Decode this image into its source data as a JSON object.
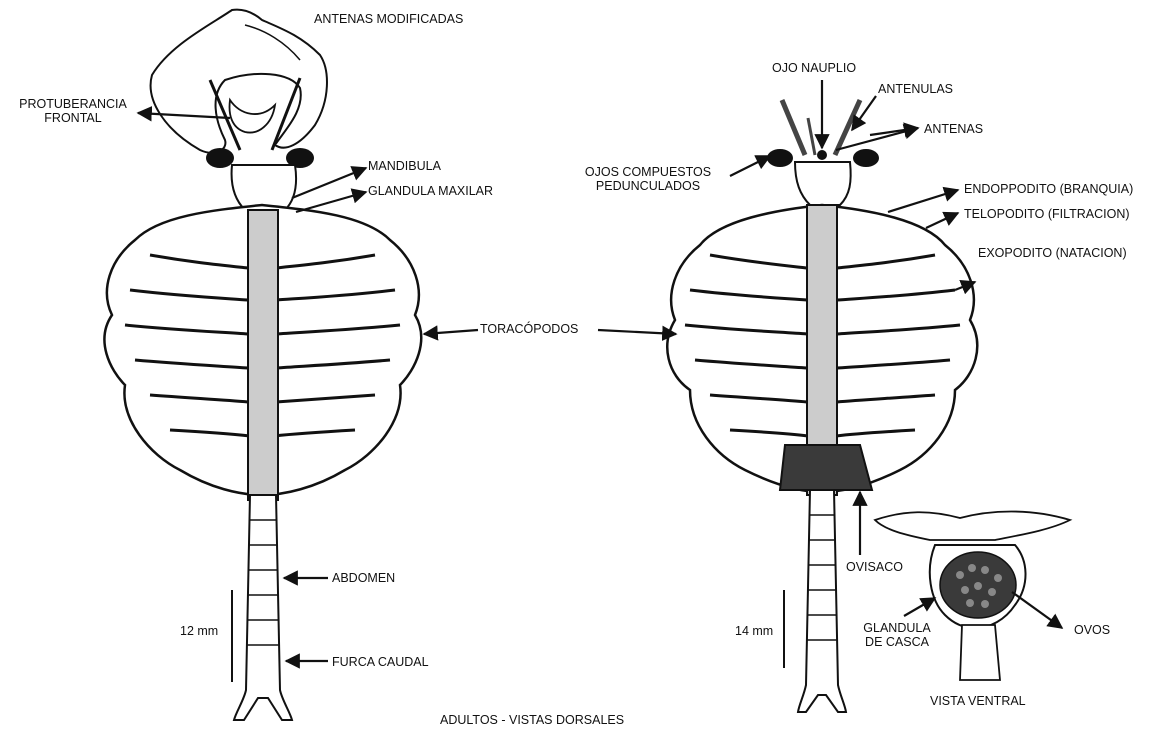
{
  "figure": {
    "caption": "ADULTOS - VISTAS DORSALES",
    "labels": {
      "antenas_modificadas": "ANTENAS MODIFICADAS",
      "protuberancia_frontal_1": "PROTUBERANCIA",
      "protuberancia_frontal_2": "FRONTAL",
      "mandibula": "MANDIBULA",
      "glandula_maxilar": "GLANDULA MAXILAR",
      "toracopodos": "TORACÓPODOS",
      "abdomen": "ABDOMEN",
      "furca_caudal": "FURCA CAUDAL",
      "scale_left": "12 mm",
      "ojo_nauplio": "OJO NAUPLIO",
      "antenulas": "ANTENULAS",
      "antenas": "ANTENAS",
      "ojos_compuestos_1": "OJOS COMPUESTOS",
      "ojos_compuestos_2": "PEDUNCULADOS",
      "endopodito": "ENDOPPODITO (BRANQUIA)",
      "telopodito": "TELOPODITO (FILTRACION)",
      "exopodito": "EXOPODITO (NATACION)",
      "ovisaco": "OVISACO",
      "scale_right": "14 mm",
      "glandula_casca_1": "GLANDULA",
      "glandula_casca_2": "DE CASCA",
      "ovos": "OVOS",
      "vista_ventral": "VISTA VENTRAL"
    }
  },
  "colors": {
    "ink": "#111111",
    "fill": "#ffffff",
    "shade": "#3a3a3a"
  }
}
